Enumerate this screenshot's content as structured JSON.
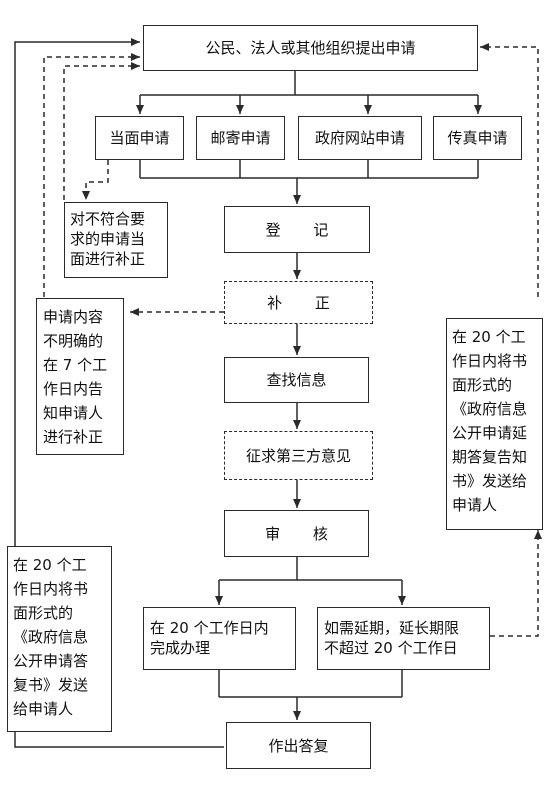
{
  "nodes": {
    "apply": "公民、法人或其他组织提出申请",
    "in_person": "当面申请",
    "mail": "邮寄申请",
    "website": "政府网站申请",
    "fax": "传真申请",
    "register": "登 记",
    "correct": "补 正",
    "search": "查找信息",
    "third_party": "征求第三方意见",
    "review": "审 核",
    "complete": "在 20 个工作日内\n完成办理",
    "extend": "如需延期，延长期限\n不超过 20 个工作日",
    "reply": "作出答复"
  },
  "notes": {
    "in_person_correct": "对不符合要\n求的申请当\n面进行补正",
    "unclear_notice": "申请内容\n不明确的\n在 7 个工\n作日内告\n知申请人\n进行补正",
    "reply_letter": "在 20 个工\n作日内将书\n面形式的\n《政府信息\n公开申请答\n复书》发送\n给申请人",
    "extension_letter": "在 20 个工\n作日内将书\n面形式的\n《政府信息\n公开申请延\n期答复告知\n书》发送给\n申请人"
  }
}
